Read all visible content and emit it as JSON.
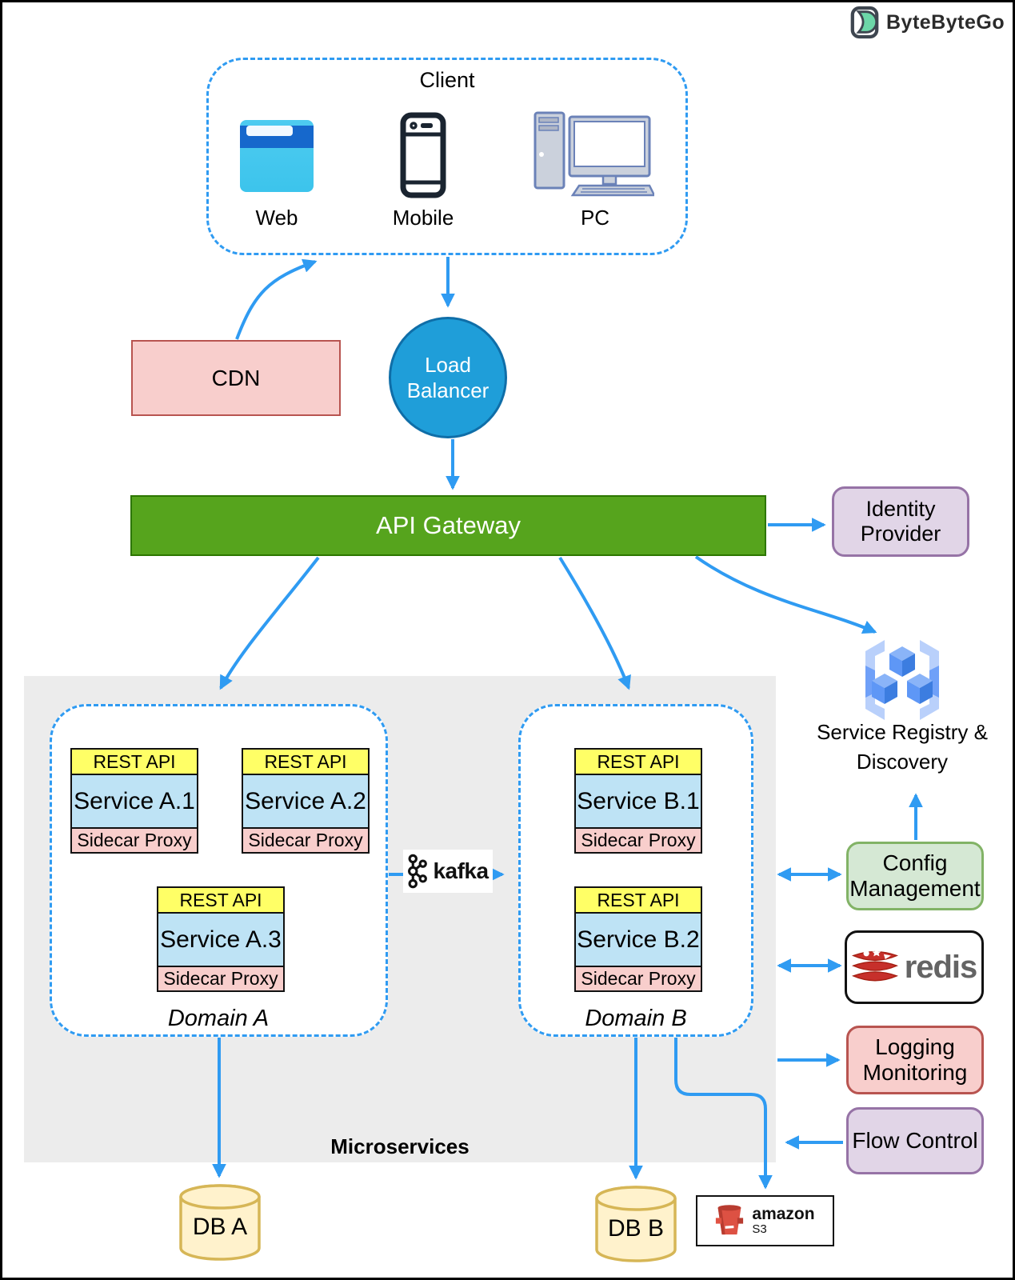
{
  "logo": {
    "brand": "ByteByteGo"
  },
  "client": {
    "title": "Client",
    "web": "Web",
    "mobile": "Mobile",
    "pc": "PC"
  },
  "cdn": {
    "label": "CDN"
  },
  "load_balancer": {
    "label": "Load Balancer"
  },
  "api_gateway": {
    "label": "API Gateway"
  },
  "identity_provider": {
    "label": "Identity Provider"
  },
  "service_registry": {
    "label": "Service Registry & Discovery"
  },
  "microservices": {
    "label": "Microservices"
  },
  "domain_a": {
    "label": "Domain A",
    "services": [
      {
        "api": "REST API",
        "name": "Service A.1",
        "proxy": "Sidecar Proxy"
      },
      {
        "api": "REST API",
        "name": "Service A.2",
        "proxy": "Sidecar Proxy"
      },
      {
        "api": "REST API",
        "name": "Service A.3",
        "proxy": "Sidecar Proxy"
      }
    ]
  },
  "domain_b": {
    "label": "Domain B",
    "services": [
      {
        "api": "REST API",
        "name": "Service B.1",
        "proxy": "Sidecar Proxy"
      },
      {
        "api": "REST API",
        "name": "Service B.2",
        "proxy": "Sidecar Proxy"
      }
    ]
  },
  "kafka": {
    "label": "kafka"
  },
  "config_management": {
    "label": "Config Management"
  },
  "redis": {
    "label": "redis"
  },
  "logging_monitoring": {
    "label": "Logging Monitoring"
  },
  "flow_control": {
    "label": "Flow Control"
  },
  "db_a": {
    "label": "DB A"
  },
  "db_b": {
    "label": "DB B"
  },
  "s3": {
    "brand": "amazon",
    "product": "S3"
  },
  "colors": {
    "arrow_blue": "#2F9BF2",
    "gateway_green": "#56A41D",
    "lb_blue": "#1F9ED9",
    "pink": "#F8CECC",
    "pink_border": "#B85450",
    "purple": "#E1D5E7",
    "purple_border": "#9673A6",
    "green": "#D5E8D4",
    "green_border": "#82B366",
    "rest_api_yellow": "#FFFF66",
    "service_blue": "#BEE3F5",
    "db_yellow": "#FFF2CC",
    "db_border": "#D6B656",
    "microservices_gray": "#ECECEC"
  }
}
